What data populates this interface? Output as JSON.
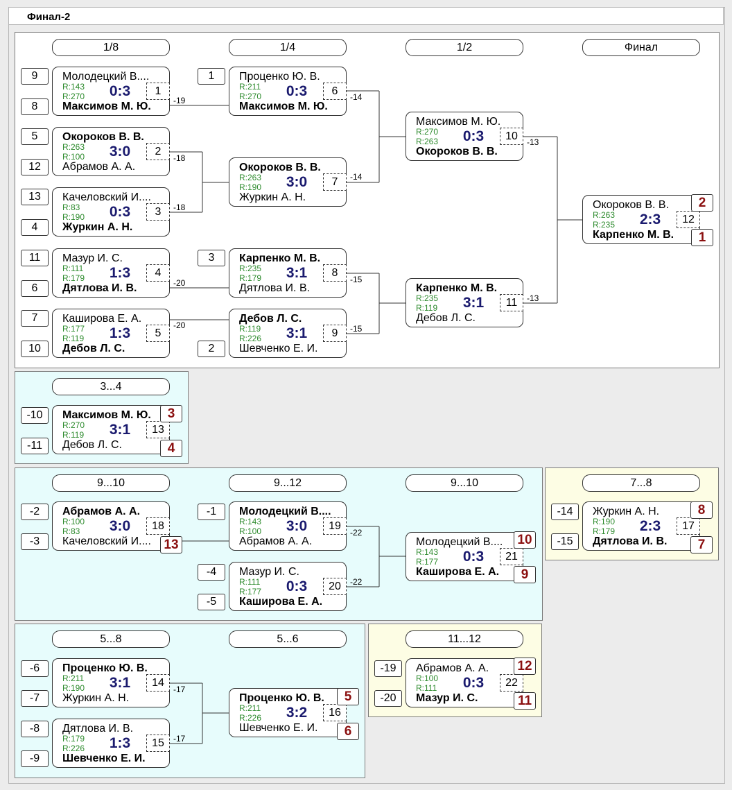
{
  "title": "Финал-2",
  "round_labels": {
    "main": [
      "1/8",
      "1/4",
      "1/2",
      "Финал"
    ],
    "p34": "3...4",
    "p910a": "9...10",
    "p912": "9...12",
    "p910b": "9...10",
    "p78": "7...8",
    "p58": "5...8",
    "p56": "5...6",
    "p1112": "11...12"
  },
  "matches": {
    "m1": {
      "p1": "Молодецкий В....",
      "p2": "Максимов М. Ю.",
      "r1": "R:143",
      "r2": "R:270",
      "score": "0:3",
      "num": "1",
      "winner": 2
    },
    "m2": {
      "p1": "Окороков В. В.",
      "p2": "Абрамов А. А.",
      "r1": "R:263",
      "r2": "R:100",
      "score": "3:0",
      "num": "2",
      "winner": 1
    },
    "m3": {
      "p1": "Качеловский И....",
      "p2": "Журкин А. Н.",
      "r1": "R:83",
      "r2": "R:190",
      "score": "0:3",
      "num": "3",
      "winner": 2
    },
    "m4": {
      "p1": "Мазур И. С.",
      "p2": "Дятлова И. В.",
      "r1": "R:111",
      "r2": "R:179",
      "score": "1:3",
      "num": "4",
      "winner": 2
    },
    "m5": {
      "p1": "Каширова Е. А.",
      "p2": "Дебов Л. С.",
      "r1": "R:177",
      "r2": "R:119",
      "score": "1:3",
      "num": "5",
      "winner": 2
    },
    "m6": {
      "p1": "Проценко Ю. В.",
      "p2": "Максимов М. Ю.",
      "r1": "R:211",
      "r2": "R:270",
      "score": "0:3",
      "num": "6",
      "winner": 2
    },
    "m7": {
      "p1": "Окороков В. В.",
      "p2": "Журкин А. Н.",
      "r1": "R:263",
      "r2": "R:190",
      "score": "3:0",
      "num": "7",
      "winner": 1
    },
    "m8": {
      "p1": "Карпенко М. В.",
      "p2": "Дятлова И. В.",
      "r1": "R:235",
      "r2": "R:179",
      "score": "3:1",
      "num": "8",
      "winner": 1
    },
    "m9": {
      "p1": "Дебов Л. С.",
      "p2": "Шевченко Е. И.",
      "r1": "R:119",
      "r2": "R:226",
      "score": "3:1",
      "num": "9",
      "winner": 1
    },
    "m10": {
      "p1": "Максимов М. Ю.",
      "p2": "Окороков В. В.",
      "r1": "R:270",
      "r2": "R:263",
      "score": "0:3",
      "num": "10",
      "winner": 2
    },
    "m11": {
      "p1": "Карпенко М. В.",
      "p2": "Дебов Л. С.",
      "r1": "R:235",
      "r2": "R:119",
      "score": "3:1",
      "num": "11",
      "winner": 1
    },
    "m12": {
      "p1": "Окороков В. В.",
      "p2": "Карпенко М. В.",
      "r1": "R:263",
      "r2": "R:235",
      "score": "2:3",
      "num": "12",
      "winner": 2
    },
    "m13": {
      "p1": "Максимов М. Ю.",
      "p2": "Дебов Л. С.",
      "r1": "R:270",
      "r2": "R:119",
      "score": "3:1",
      "num": "13",
      "winner": 1
    },
    "m14": {
      "p1": "Проценко Ю. В.",
      "p2": "Журкин А. Н.",
      "r1": "R:211",
      "r2": "R:190",
      "score": "3:1",
      "num": "14",
      "winner": 1
    },
    "m15": {
      "p1": "Дятлова И. В.",
      "p2": "Шевченко Е. И.",
      "r1": "R:179",
      "r2": "R:226",
      "score": "1:3",
      "num": "15",
      "winner": 2
    },
    "m16": {
      "p1": "Проценко Ю. В.",
      "p2": "Шевченко Е. И.",
      "r1": "R:211",
      "r2": "R:226",
      "score": "3:2",
      "num": "16",
      "winner": 1
    },
    "m17": {
      "p1": "Журкин А. Н.",
      "p2": "Дятлова И. В.",
      "r1": "R:190",
      "r2": "R:179",
      "score": "2:3",
      "num": "17",
      "winner": 2
    },
    "m18": {
      "p1": "Абрамов А. А.",
      "p2": "Качеловский И....",
      "r1": "R:100",
      "r2": "R:83",
      "score": "3:0",
      "num": "18",
      "winner": 1
    },
    "m19": {
      "p1": "Молодецкий В....",
      "p2": "Абрамов А. А.",
      "r1": "R:143",
      "r2": "R:100",
      "score": "3:0",
      "num": "19",
      "winner": 1
    },
    "m20": {
      "p1": "Мазур И. С.",
      "p2": "Каширова Е. А.",
      "r1": "R:111",
      "r2": "R:177",
      "score": "0:3",
      "num": "20",
      "winner": 2
    },
    "m21": {
      "p1": "Молодецкий В....",
      "p2": "Каширова Е. А.",
      "r1": "R:143",
      "r2": "R:177",
      "score": "0:3",
      "num": "21",
      "winner": 2
    },
    "m22": {
      "p1": "Абрамов А. А.",
      "p2": "Мазур И. С.",
      "r1": "R:100",
      "r2": "R:111",
      "score": "0:3",
      "num": "22",
      "winner": 2
    }
  },
  "seeds": {
    "s_m1a": "9",
    "s_m1b": "8",
    "s_m2a": "5",
    "s_m2b": "12",
    "s_m3a": "13",
    "s_m3b": "4",
    "s_m4a": "11",
    "s_m4b": "6",
    "s_m5a": "7",
    "s_m5b": "10",
    "s_m6a": "1",
    "s_m8a": "3",
    "s_m9b": "2",
    "s_m13a": "-10",
    "s_m13b": "-11",
    "s_m18a": "-2",
    "s_m18b": "-3",
    "s_m19a": "-1",
    "s_m20a": "-4",
    "s_m20b": "-5",
    "s_m17a": "-14",
    "s_m17b": "-15",
    "s_m14a": "-6",
    "s_m14b": "-7",
    "s_m15a": "-8",
    "s_m15b": "-9",
    "s_m22a": "-19",
    "s_m22b": "-20"
  },
  "places": {
    "pl_m12a": "2",
    "pl_m12b": "1",
    "pl_m13a": "3",
    "pl_m13b": "4",
    "pl_m18b": "13",
    "pl_m21a": "10",
    "pl_m21b": "9",
    "pl_m17a": "8",
    "pl_m17b": "7",
    "pl_m16a": "5",
    "pl_m16b": "6",
    "pl_m22a": "12",
    "pl_m22b": "11"
  },
  "loser_links": {
    "l1": "-19",
    "l2": "-18",
    "l3": "-18",
    "l4": "-20",
    "l5": "-20",
    "l6": "-14",
    "l7": "-14",
    "l8": "-15",
    "l9": "-15",
    "l10": "-13",
    "l11": "-13",
    "l14": "-17",
    "l15": "-17",
    "l19": "-22",
    "l20": "-22"
  }
}
